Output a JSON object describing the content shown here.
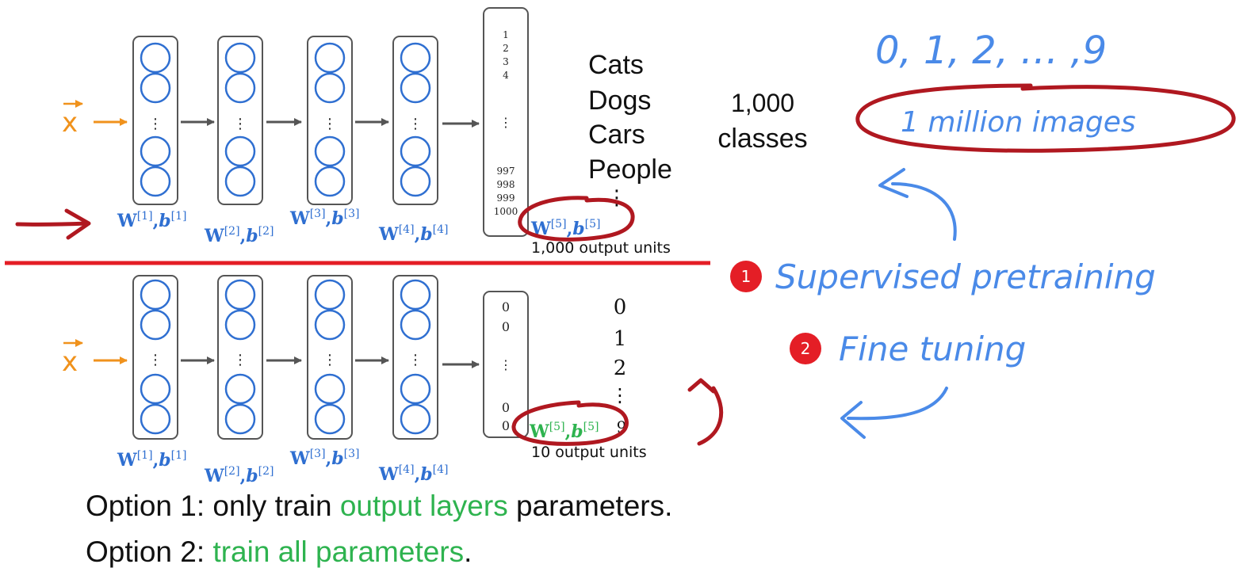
{
  "colors": {
    "blue": "#2f6fd1",
    "handblue": "#4a8ae8",
    "orange": "#f0921c",
    "dark_red": "#b01820",
    "bright_red": "#e41e26",
    "green": "#2eb34f",
    "grey": "#555555"
  },
  "network_top": {
    "input_label": "x",
    "hidden_ellipsis": "⋮",
    "output_numbers": [
      "1",
      "2",
      "3",
      "4"
    ],
    "output_ellipsis": "⋮",
    "output_numbers_end": [
      "997",
      "998",
      "999",
      "1000"
    ],
    "weights": [
      {
        "w": "W",
        "sup": "[1]",
        "b": "b",
        "bsup": "[1]"
      },
      {
        "w": "W",
        "sup": "[2]",
        "b": "b",
        "bsup": "[2]"
      },
      {
        "w": "W",
        "sup": "[3]",
        "b": "b",
        "bsup": "[3]"
      },
      {
        "w": "W",
        "sup": "[4]",
        "b": "b",
        "bsup": "[4]"
      },
      {
        "w": "W",
        "sup": "[5]",
        "b": "b",
        "bsup": "[5]"
      }
    ],
    "output_units_label": "1,000 output units",
    "classes": [
      "Cats",
      "Dogs",
      "Cars",
      "People"
    ],
    "classes_ellipsis": "⋮",
    "class_count": "1,000",
    "class_count_label": "classes"
  },
  "network_bottom": {
    "input_label": "x",
    "hidden_ellipsis": "⋮",
    "output_values": [
      "0",
      "0"
    ],
    "output_ellipsis": "⋮",
    "output_values_end": [
      "0",
      "0"
    ],
    "weights": [
      {
        "w": "W",
        "sup": "[1]",
        "b": "b",
        "bsup": "[1]"
      },
      {
        "w": "W",
        "sup": "[2]",
        "b": "b",
        "bsup": "[2]"
      },
      {
        "w": "W",
        "sup": "[3]",
        "b": "b",
        "bsup": "[3]"
      },
      {
        "w": "W",
        "sup": "[4]",
        "b": "b",
        "bsup": "[4]"
      },
      {
        "w": "W",
        "sup": "[5]",
        "b": "b",
        "bsup": "[5]"
      }
    ],
    "output_units_label": "10 output units",
    "digits": [
      "0",
      "1",
      "2"
    ],
    "digits_ellipsis": "⋮",
    "digit_last": "9"
  },
  "annotations": {
    "digit_range": "0, 1, 2, … ,9",
    "dataset_size": "1 million images",
    "step1_number": "1",
    "step1_label": "Supervised pretraining",
    "step2_number": "2",
    "step2_label": "Fine tuning"
  },
  "options": {
    "option1_prefix": "Option 1: only train ",
    "option1_highlight": "output layers",
    "option1_suffix": " parameters.",
    "option2_prefix": "Option 2: ",
    "option2_highlight": "train all parameters",
    "option2_suffix": "."
  }
}
